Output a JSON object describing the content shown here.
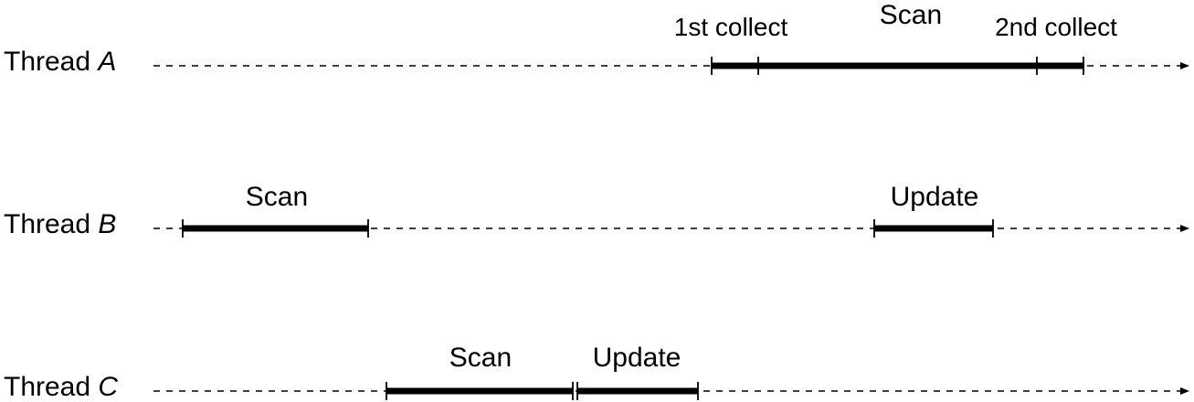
{
  "threads": [
    {
      "label_prefix": "Thread ",
      "label_name": "A",
      "intervals": [
        {
          "label": "1st collect"
        },
        {
          "label": "Scan"
        },
        {
          "label": "2nd collect"
        }
      ]
    },
    {
      "label_prefix": "Thread ",
      "label_name": "B",
      "intervals": [
        {
          "label": "Scan"
        },
        {
          "label": "Update"
        }
      ]
    },
    {
      "label_prefix": "Thread ",
      "label_name": "C",
      "intervals": [
        {
          "label": "Scan"
        },
        {
          "label": "Update"
        }
      ]
    }
  ]
}
